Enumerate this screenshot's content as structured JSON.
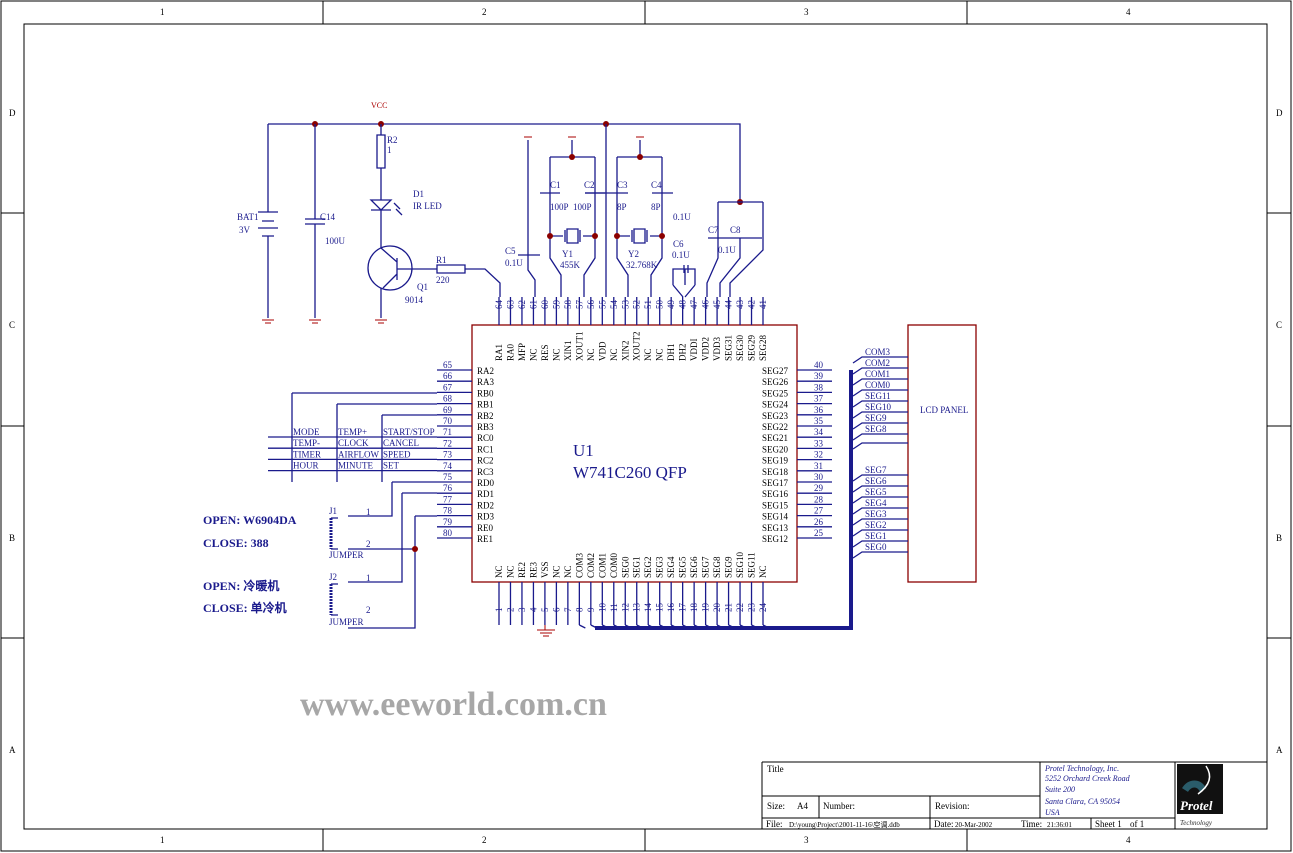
{
  "frame": {
    "columns": [
      "1",
      "2",
      "3",
      "4"
    ],
    "rows": [
      "D",
      "C",
      "B",
      "A"
    ]
  },
  "power": {
    "vcc": "VCC",
    "bat_ref": "BAT1",
    "bat_value": "3V",
    "cap_ref": "C14",
    "cap_value": "100U",
    "r2_ref": "R2",
    "r2_value": "1",
    "d1_ref": "D1",
    "d1_value": "IR LED",
    "r1_ref": "R1",
    "r1_value": "220",
    "q1_ref": "Q1",
    "q1_value": "9014"
  },
  "osc": {
    "c5_ref": "C5",
    "c5_value": "0.1U",
    "c1_ref": "C1",
    "c2_ref": "C2",
    "c1_value": "100P",
    "c2_value": "100P",
    "c3_ref": "C3",
    "c4_ref": "C4",
    "c3_value": "8P",
    "c4_value": "8P",
    "y1_ref": "Y1",
    "y1_value": "455K",
    "y2_ref": "Y2",
    "y2_value": "32.768K",
    "extra_value": "0.1U",
    "c6_ref": "C6",
    "c6_value": "0.1U",
    "c7_ref": "C7",
    "c8_ref": "C8",
    "c8_value": "0.1U"
  },
  "ic": {
    "ref": "U1",
    "part": "W741C260  QFP",
    "top_pins": [
      64,
      63,
      62,
      61,
      60,
      59,
      58,
      57,
      56,
      55,
      54,
      53,
      52,
      51,
      50,
      49,
      48,
      47,
      46,
      45,
      44,
      43,
      42,
      41
    ],
    "top_names": [
      "RA1",
      "RA0",
      "MFP",
      "NC",
      "RES",
      "NC",
      "XIN1",
      "XOUT1",
      "NC",
      "VDD",
      "NC",
      "XIN2",
      "XOUT2",
      "NC",
      "NC",
      "DH1",
      "DH2",
      "VDDI",
      "VDD2",
      "VDD3",
      "SEG31",
      "SEG30",
      "SEG29",
      "SEG28"
    ],
    "bottom_pins": [
      1,
      2,
      3,
      4,
      5,
      6,
      7,
      8,
      9,
      10,
      11,
      12,
      13,
      14,
      15,
      16,
      17,
      18,
      19,
      20,
      21,
      22,
      23,
      24
    ],
    "bottom_names": [
      "NC",
      "NC",
      "RE2",
      "RE3",
      "VSS",
      "NC",
      "NC",
      "COM3",
      "COM2",
      "COM1",
      "COM0",
      "SEG0",
      "SEG1",
      "SEG2",
      "SEG3",
      "SEG4",
      "SEG5",
      "SEG6",
      "SEG7",
      "SEG8",
      "SEG9",
      "SEG10",
      "SEG11",
      "NC"
    ],
    "left_pins": [
      65,
      66,
      67,
      68,
      69,
      70,
      71,
      72,
      73,
      74,
      75,
      76,
      77,
      78,
      79,
      80
    ],
    "left_names": [
      "RA2",
      "RA3",
      "RB0",
      "RB1",
      "RB2",
      "RB3",
      "RC0",
      "RC1",
      "RC2",
      "RC3",
      "RD0",
      "RD1",
      "RD2",
      "RD3",
      "RE0",
      "RE1"
    ],
    "right_pins": [
      40,
      39,
      38,
      37,
      36,
      35,
      34,
      33,
      32,
      31,
      30,
      29,
      28,
      27,
      26,
      25
    ],
    "right_names": [
      "SEG27",
      "SEG26",
      "SEG25",
      "SEG24",
      "SEG23",
      "SEG22",
      "SEG21",
      "SEG20",
      "SEG19",
      "SEG18",
      "SEG17",
      "SEG16",
      "SEG15",
      "SEG14",
      "SEG13",
      "SEG12"
    ]
  },
  "keypad": {
    "rows": [
      [
        "MODE",
        "TEMP+",
        "START/STOP"
      ],
      [
        "TEMP-",
        "CLOCK",
        "CANCEL"
      ],
      [
        "TIMER",
        "AIRFLOW",
        "SPEED"
      ],
      [
        "HOUR",
        "MINUTE",
        "SET"
      ]
    ]
  },
  "lcd": {
    "label": "LCD PANEL",
    "nets_top": [
      "COM3",
      "COM2",
      "COM1",
      "COM0",
      "SEG11",
      "SEG10",
      "SEG9",
      "SEG8"
    ],
    "nets_bottom": [
      "SEG7",
      "SEG6",
      "SEG5",
      "SEG4",
      "SEG3",
      "SEG2",
      "SEG1",
      "SEG0"
    ]
  },
  "jumpers": {
    "j1_ref": "J1",
    "j2_ref": "J2",
    "type": "JUMPER",
    "pin1": "1",
    "pin2": "2",
    "j1_open": "OPEN: W6904DA",
    "j1_close": "CLOSE: 388",
    "j2_open": "OPEN: 冷暖机",
    "j2_close": "CLOSE:  单冷机"
  },
  "watermark": "www.eeworld.com.cn",
  "title_block": {
    "title_label": "Title",
    "size_label": "Size:",
    "size_value": "A4",
    "number_label": "Number:",
    "revision_label": "Revision:",
    "file_label": "File:",
    "file_value": "D:\\young\\Project\\2001-11-16\\空调.ddb",
    "date_label": "Date:",
    "date_value": "20-Mar-2002",
    "time_label": "Time:",
    "time_value": "21:36:01",
    "sheet_label": "Sheet 1",
    "of_label": "of 1",
    "company": [
      "Protel Technology, Inc.",
      "5252 Orchard Creek Road",
      "Suite 200",
      "Santa Clara, CA 95054",
      "USA"
    ],
    "logo_text": "Protel",
    "logo_sub": "Technology"
  }
}
